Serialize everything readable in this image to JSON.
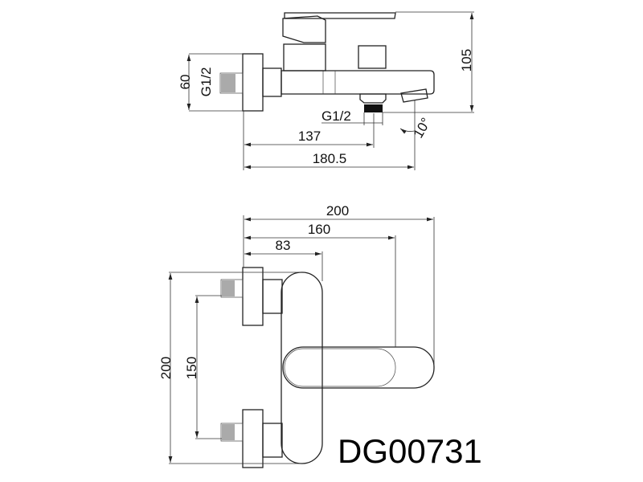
{
  "top_view": {
    "dim_height_inlet": "60",
    "thread_inlet": "G1/2",
    "dim_total_height": "105",
    "thread_outlet": "G1/2",
    "angle": "10°",
    "dim_outlet_distance": "137",
    "dim_spout_reach": "180.5"
  },
  "bottom_view": {
    "dim_total_width": "200",
    "dim_handle": "160",
    "dim_body": "83",
    "dim_total_height": "200",
    "dim_inlet_centers": "150"
  },
  "model_code": "DG00731"
}
